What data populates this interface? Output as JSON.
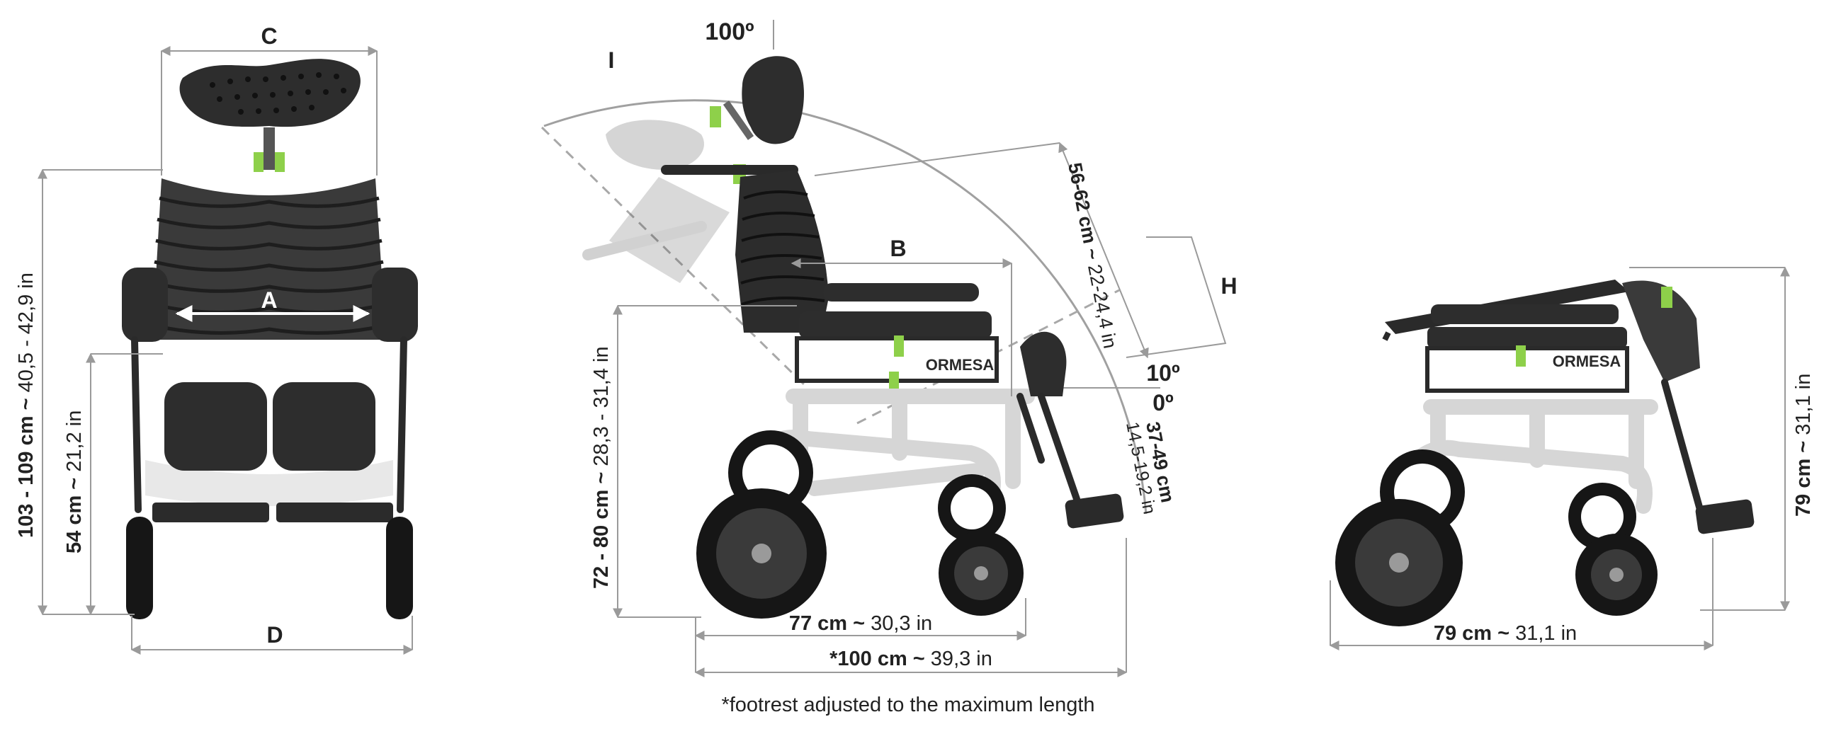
{
  "labels": {
    "C": "C",
    "A": "A",
    "D": "D",
    "B": "B",
    "H": "H",
    "I": "I",
    "angle_100": "100º",
    "angle_10": "10º",
    "angle_0": "0º"
  },
  "dimensions": {
    "front_height_bold": "103 - 109 cm ~",
    "front_height_light": " 40,5 - 42,9 in",
    "seat_height_bold": "54 cm ~",
    "seat_height_light": " 21,2 in",
    "side_height_bold": "72 - 80 cm ~",
    "side_height_light": " 28,3 - 31,4 in",
    "backrest_bold": "56-62 cm ~",
    "backrest_light": " 22-24,4 in",
    "leg_bold": "37-49 cm",
    "leg_light": "14,5-19,2 in",
    "length_bold": "77 cm ~",
    "length_light": " 30,3 in",
    "length_max_bold": "*100 cm ~",
    "length_max_light": " 39,3 in",
    "folded_height_bold": "79 cm ~",
    "folded_height_light": " 31,1 in",
    "folded_length_bold": "79 cm ~",
    "folded_length_light": " 31,1 in"
  },
  "brand": "ORMESA",
  "footnote": "*footrest adjusted to the maximum length",
  "colors": {
    "accent": "#8ed04a",
    "frame": "#d6d6d6",
    "upholstery": "#2d2d2d",
    "dimension_line": "#9a9a9a"
  }
}
